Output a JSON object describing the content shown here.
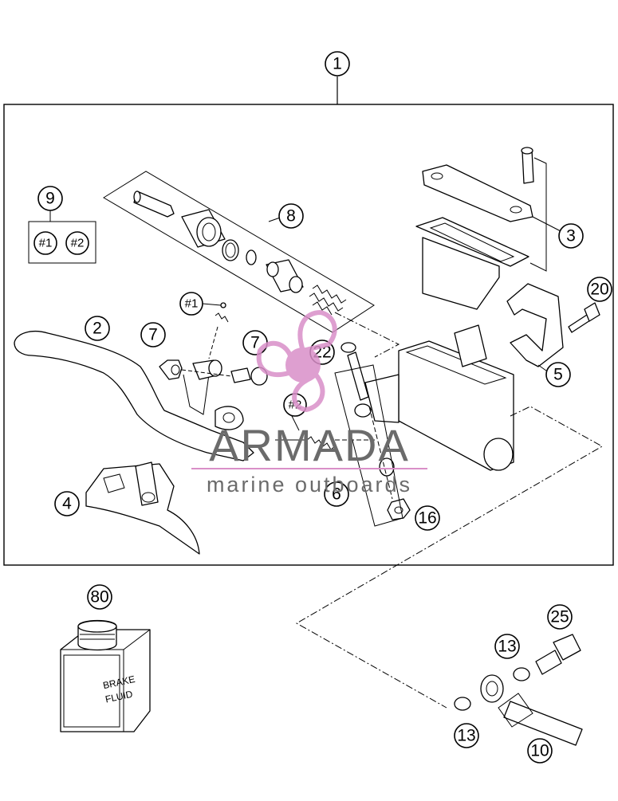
{
  "callouts": {
    "c1": "1",
    "c2": "2",
    "c3": "3",
    "c4": "4",
    "c5": "5",
    "c6": "6",
    "c7a": "7",
    "c7b": "7",
    "c8": "8",
    "c9": "9",
    "c10": "10",
    "c13a": "13",
    "c13b": "13",
    "c16": "16",
    "c20": "20",
    "c22": "22",
    "c25": "25",
    "c80": "80",
    "k1a": "#1",
    "k2a": "#2",
    "k1b": "#1",
    "k2b": "#2"
  },
  "bottle_label": {
    "line1": "BRAKE",
    "line2": "FLUID"
  },
  "watermark": {
    "brand": "ARMADA",
    "tagline": "marine outboards"
  },
  "colors": {
    "line": "#000000",
    "watermark_pink": "#d98fc8",
    "watermark_text": "#6b6b6b"
  }
}
